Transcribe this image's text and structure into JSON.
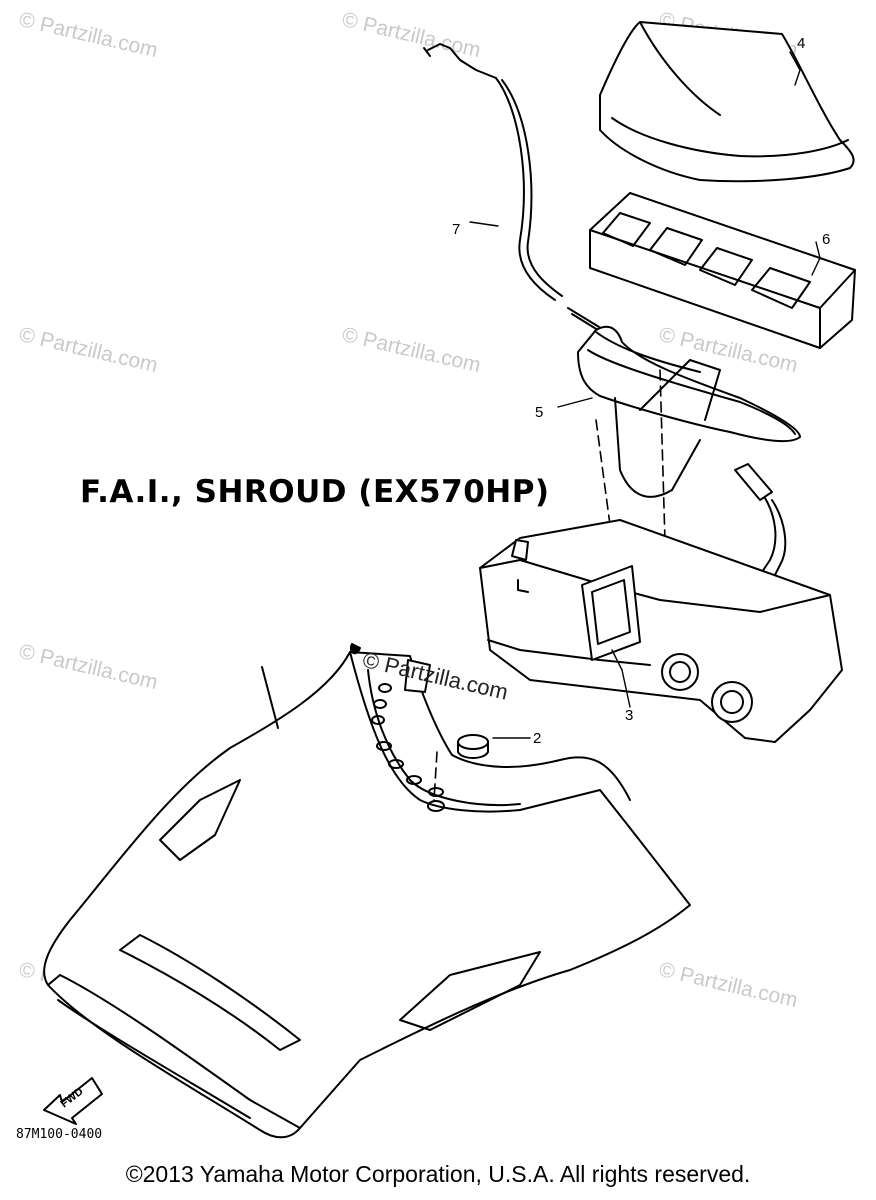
{
  "diagram": {
    "title": "F.A.I., SHROUD (EX570HP)",
    "diagram_code": "87M100-0400",
    "copyright": "©2013 Yamaha Motor Corporation, U.S.A. All rights reserved.",
    "watermark": "© Partzilla.com",
    "watermark_center": "© Partzilla.com",
    "fwd_label": "FWD",
    "callouts": [
      "2",
      "3",
      "4",
      "5",
      "6",
      "7"
    ]
  }
}
